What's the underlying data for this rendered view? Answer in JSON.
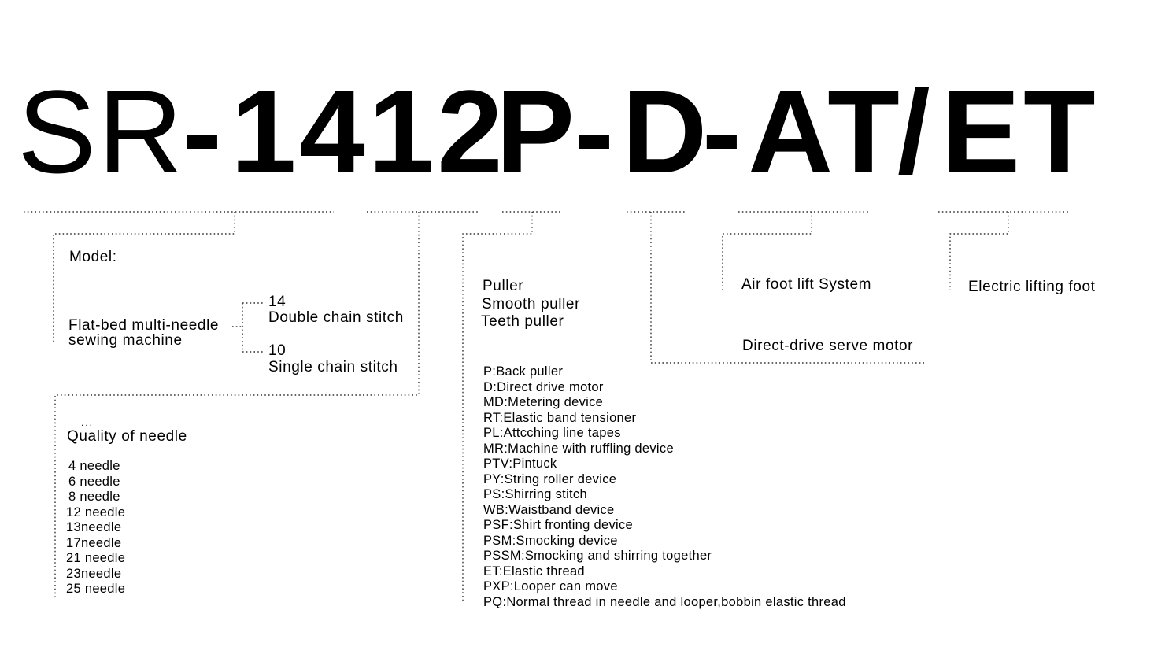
{
  "model_code": {
    "prefix": "SR",
    "dash1": "-",
    "number": "1412",
    "suffix_p": "P",
    "dash2": "-",
    "suffix_d": "D",
    "dash3": "-",
    "suffix_at": "AT",
    "slash": "/",
    "suffix_et": "ET"
  },
  "model_section": {
    "label": "Model:",
    "machine_line1": "Flat-bed multi-needle",
    "machine_line2": "sewing machine",
    "options": [
      {
        "code": "14",
        "desc": "Double chain stitch"
      },
      {
        "code": "10",
        "desc": "Single chain stitch"
      }
    ]
  },
  "needle_section": {
    "dots": "...",
    "label": "Quality of needle",
    "items": [
      "4 needle",
      "6 needle",
      "8 needle",
      "12 needle",
      "13needle",
      "17needle",
      "21 needle",
      "23needle",
      "25 needle"
    ]
  },
  "puller_section": {
    "items": [
      "Puller",
      "Smooth puller",
      "Teeth puller"
    ]
  },
  "codes_section": {
    "items": [
      "P:Back puller",
      "D:Direct drive motor",
      "MD:Metering device",
      "RT:Elastic band tensioner",
      "PL:Attcching line tapes",
      "MR:Machine with ruffling device",
      "PTV:Pintuck",
      "PY:String roller device",
      "PS:Shirring stitch",
      "WB:Waistband device",
      "PSF:Shirt fronting device",
      "PSM:Smocking device",
      "PSSM:Smocking and shirring together",
      "ET:Elastic thread",
      "PXP:Looper can move",
      "PQ:Normal thread in needle and looper,bobbin elastic thread"
    ]
  },
  "motor_section": {
    "label": "Direct-drive serve motor"
  },
  "air_section": {
    "label": "Air foot lift System"
  },
  "electric_section": {
    "label": "Electric lifting foot"
  }
}
